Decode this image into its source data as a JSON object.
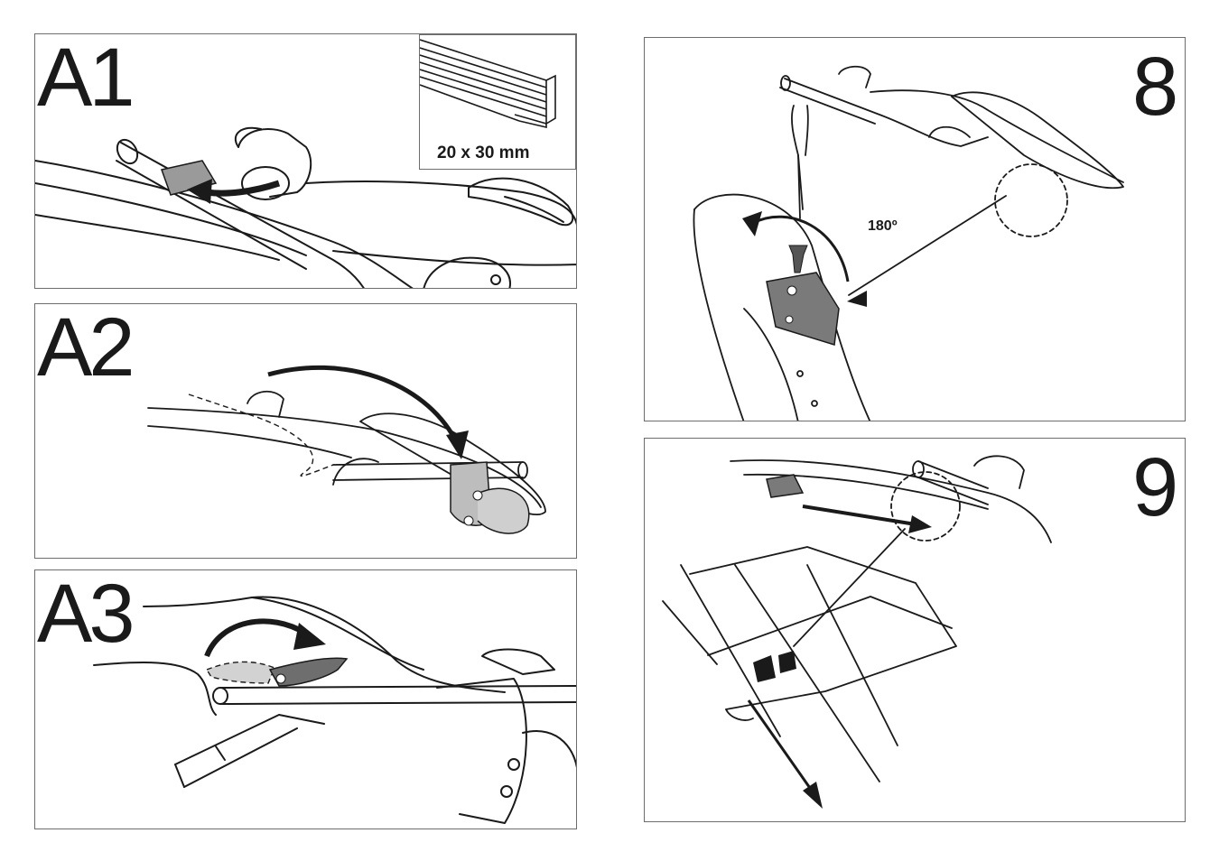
{
  "panels": {
    "a1": {
      "label": "A1",
      "profile_size": "20 x 30 mm"
    },
    "a2": {
      "label": "A2"
    },
    "a3": {
      "label": "A3"
    },
    "p8": {
      "label": "8",
      "rotation": "180º"
    },
    "p9": {
      "label": "9"
    }
  }
}
